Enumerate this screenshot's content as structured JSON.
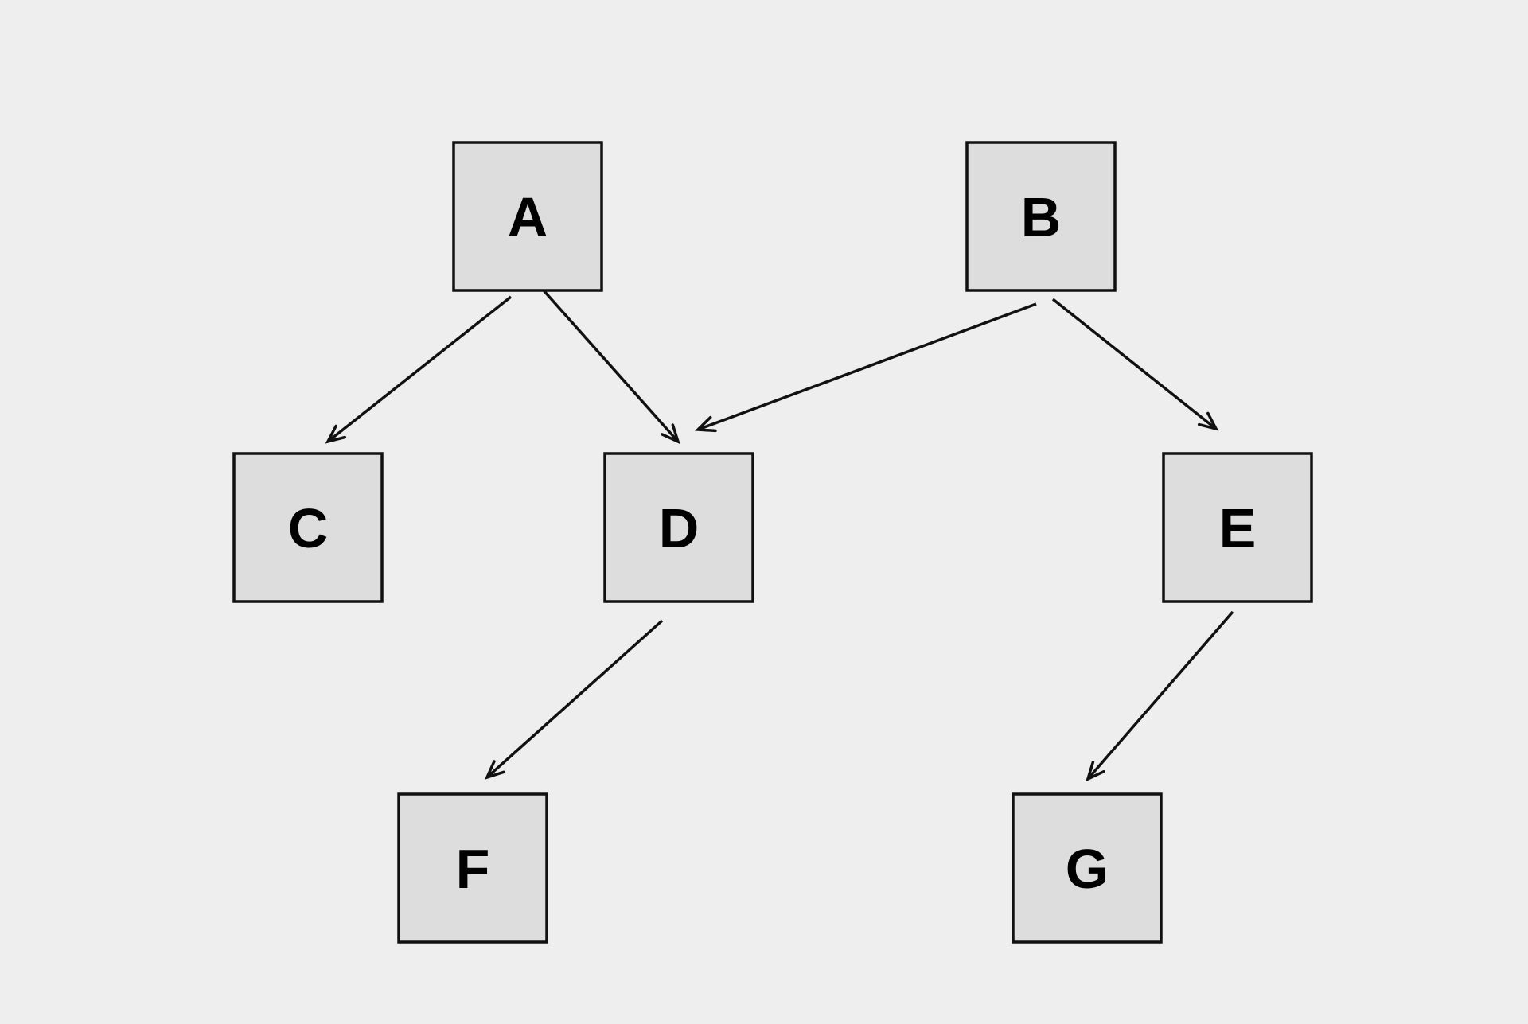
{
  "diagram": {
    "nodes": [
      {
        "id": "A",
        "label": "A"
      },
      {
        "id": "B",
        "label": "B"
      },
      {
        "id": "C",
        "label": "C"
      },
      {
        "id": "D",
        "label": "D"
      },
      {
        "id": "E",
        "label": "E"
      },
      {
        "id": "F",
        "label": "F"
      },
      {
        "id": "G",
        "label": "G"
      }
    ],
    "edges": [
      {
        "from": "A",
        "to": "C"
      },
      {
        "from": "A",
        "to": "D"
      },
      {
        "from": "B",
        "to": "D"
      },
      {
        "from": "B",
        "to": "E"
      },
      {
        "from": "D",
        "to": "F"
      },
      {
        "from": "E",
        "to": "G"
      }
    ]
  },
  "colors": {
    "background": "#eeeeee",
    "node_fill": "#dddddd",
    "stroke": "#111111",
    "text": "#000000"
  }
}
